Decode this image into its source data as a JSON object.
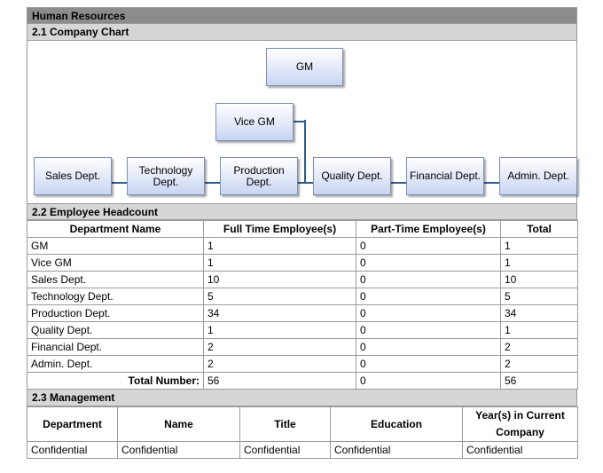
{
  "header": {
    "title": "Human Resources"
  },
  "sections": {
    "company_chart": "2.1 Company Chart",
    "headcount": "2.2 Employee Headcount",
    "management": "2.3 Management"
  },
  "org_chart": {
    "gm": "GM",
    "vice_gm": "Vice GM",
    "departments": [
      "Sales Dept.",
      "Technology\nDept.",
      "Production\nDept.",
      "Quality Dept.",
      "Financial Dept.",
      "Admin. Dept."
    ]
  },
  "headcount_table": {
    "headers": [
      "Department Name",
      "Full Time Employee(s)",
      "Part-Time Employee(s)",
      "Total"
    ],
    "rows": [
      [
        "GM",
        "1",
        "0",
        "1"
      ],
      [
        "Vice GM",
        "1",
        "0",
        "1"
      ],
      [
        "Sales Dept.",
        "10",
        "0",
        "10"
      ],
      [
        "Technology Dept.",
        "5",
        "0",
        "5"
      ],
      [
        "Production Dept.",
        "34",
        "0",
        "34"
      ],
      [
        "Quality Dept.",
        "1",
        "0",
        "1"
      ],
      [
        "Financial Dept.",
        "2",
        "0",
        "2"
      ],
      [
        "Admin. Dept.",
        "2",
        "0",
        "2"
      ]
    ],
    "total": [
      "Total Number:",
      "56",
      "0",
      "56"
    ]
  },
  "management_table": {
    "headers": [
      "Department",
      "Name",
      "Title",
      "Education",
      "Year(s) in Current Company"
    ],
    "rows": [
      [
        "Confidential",
        "Confidential",
        "Confidential",
        "Confidential",
        "Confidential"
      ]
    ]
  }
}
